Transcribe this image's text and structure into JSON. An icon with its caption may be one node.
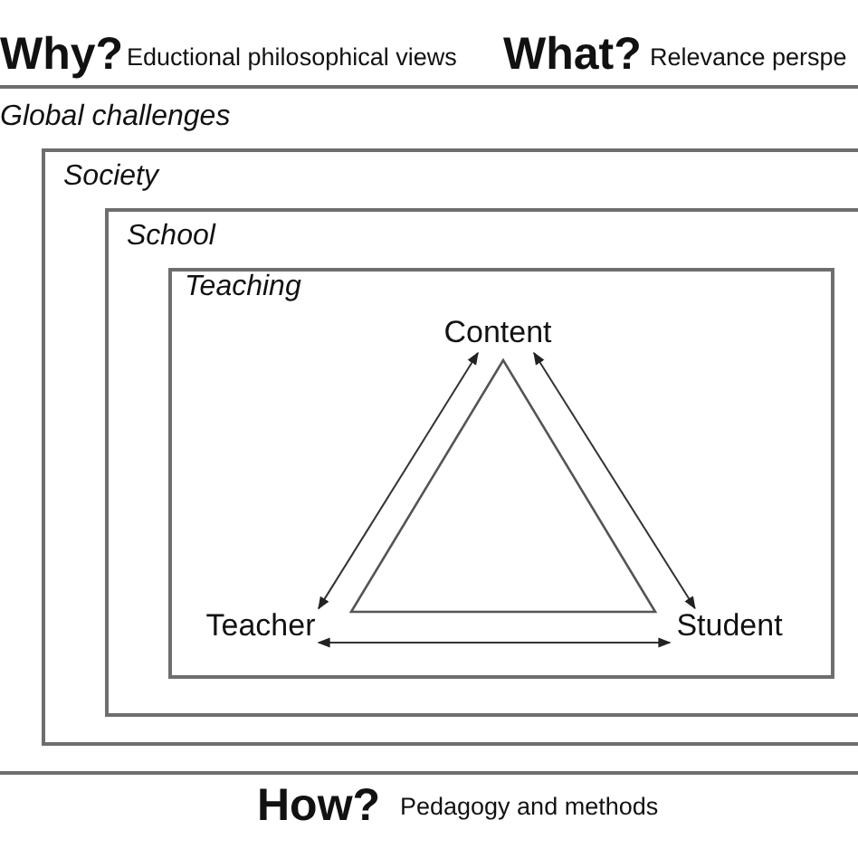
{
  "diagram": {
    "nodes": [
      {
        "text": [
          "Global challenges"
        ]
      },
      {
        "text": [
          "Society"
        ],
        "in": 0
      },
      {
        "text": [
          "School"
        ],
        "in": 1
      },
      {
        "text": [
          "Teaching"
        ],
        "in": 2
      },
      {
        "text": [
          "Content"
        ],
        "in": 3
      },
      {
        "text": [
          "Teacher"
        ],
        "in": 3
      },
      {
        "text": [
          "Student"
        ],
        "in": 3
      }
    ],
    "edges": [
      {
        "from": 5,
        "to": 4,
        "arrow": "both"
      },
      {
        "from": 4,
        "to": 6,
        "arrow": "both"
      },
      {
        "from": 5,
        "to": 6,
        "arrow": "both"
      }
    ],
    "labels": [
      "Why?",
      "Eductional philosophical views",
      "What?",
      "Relevance perspe",
      "How?",
      "Pedagogy and methods"
    ]
  }
}
